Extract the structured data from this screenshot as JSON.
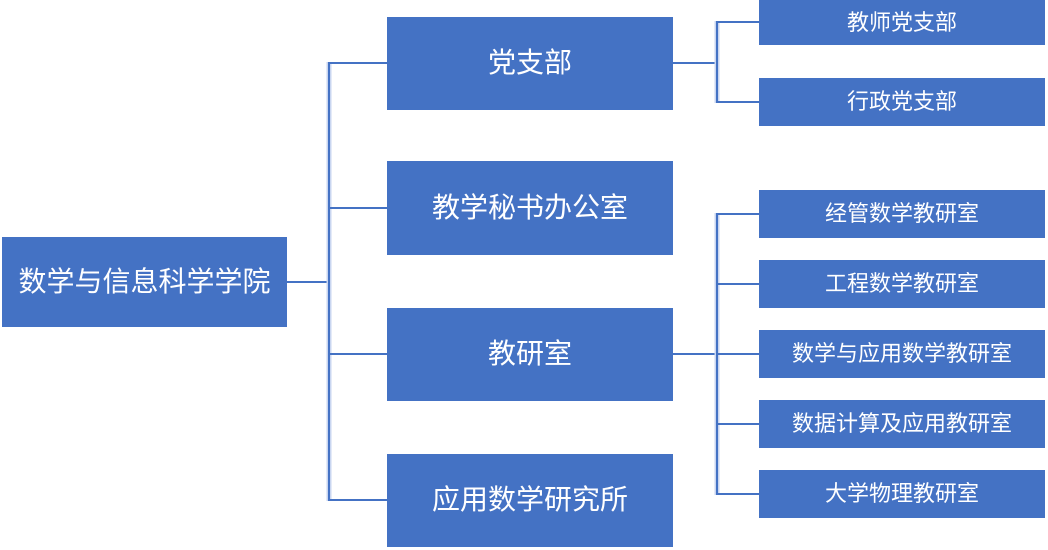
{
  "org": {
    "root": {
      "label": "数学与信息科学学院"
    },
    "level2": [
      {
        "label": "党支部"
      },
      {
        "label": "教学秘书办公室"
      },
      {
        "label": "教研室"
      },
      {
        "label": "应用数学研究所"
      }
    ],
    "party_branches": [
      {
        "label": "教师党支部"
      },
      {
        "label": "行政党支部"
      }
    ],
    "research_offices": [
      {
        "label": "经管数学教研室"
      },
      {
        "label": "工程数学教研室"
      },
      {
        "label": "数学与应用数学教研室"
      },
      {
        "label": "数据计算及应用教研室"
      },
      {
        "label": "大学物理教研室"
      }
    ],
    "colors": {
      "node_fill": "#4472C4",
      "node_text": "#FFFFFF",
      "connector": "#4472C4",
      "connector_halo": "#C9D6F0"
    }
  }
}
